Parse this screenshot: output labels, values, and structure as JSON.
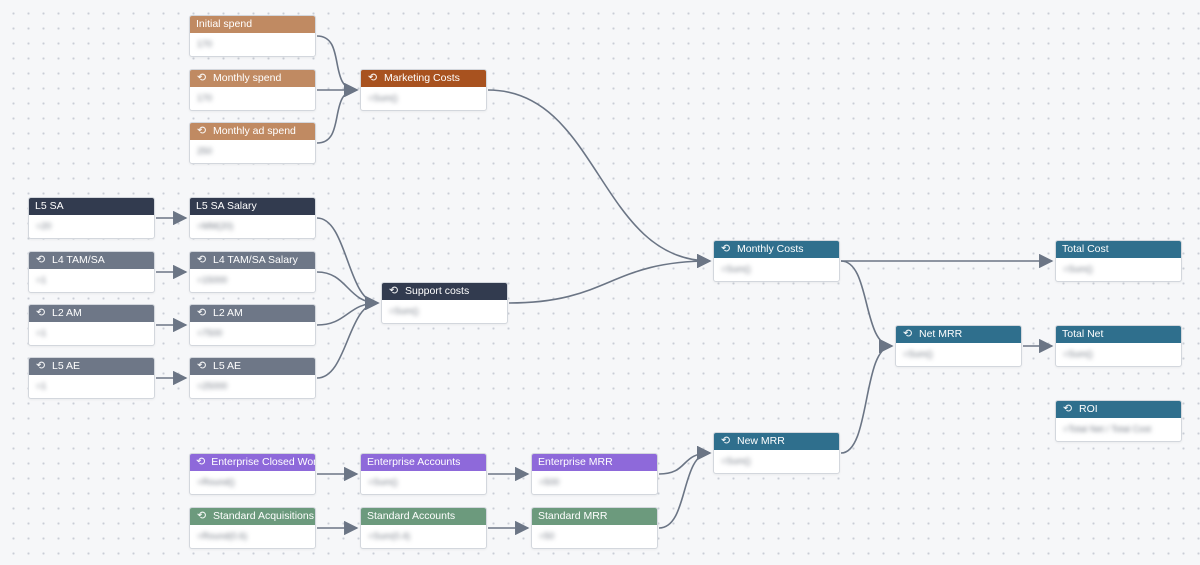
{
  "nodes": [
    {
      "id": "initial_spend",
      "label": "Initial spend",
      "icon": "",
      "color": "#c08a62",
      "value": "170"
    },
    {
      "id": "monthly_spend",
      "label": "Monthly spend",
      "icon": "refresh-icon",
      "color": "#c08a62",
      "value": "170"
    },
    {
      "id": "monthly_ad_spend",
      "label": "Monthly ad spend",
      "icon": "refresh-icon",
      "color": "#c08a62",
      "value": "250"
    },
    {
      "id": "marketing_costs",
      "label": "Marketing Costs",
      "icon": "refresh-icon",
      "color": "#a8521f",
      "value": "=Sum()"
    },
    {
      "id": "l5_sa",
      "label": "L5 SA",
      "icon": "",
      "color": "#323b4f",
      "value": "=20"
    },
    {
      "id": "l5_sa_salary",
      "label": "L5 SA Salary",
      "icon": "",
      "color": "#323b4f",
      "value": "=MM(20)"
    },
    {
      "id": "l4_tam_sa",
      "label": "L4 TAM/SA",
      "icon": "refresh-icon",
      "color": "#6e7787",
      "value": "=1"
    },
    {
      "id": "l4_tam_sa_salary",
      "label": "L4 TAM/SA Salary",
      "icon": "refresh-icon",
      "color": "#6e7787",
      "value": "=15000"
    },
    {
      "id": "l2_am",
      "label": "L2 AM",
      "icon": "refresh-icon",
      "color": "#6e7787",
      "value": "=1"
    },
    {
      "id": "l2_am_salary",
      "label": "L2 AM",
      "icon": "refresh-icon",
      "color": "#6e7787",
      "value": "=7500"
    },
    {
      "id": "l5_ae",
      "label": "L5 AE",
      "icon": "refresh-icon",
      "color": "#6e7787",
      "value": "=1"
    },
    {
      "id": "l5_ae_salary",
      "label": "L5 AE",
      "icon": "refresh-icon",
      "color": "#6e7787",
      "value": "=25000"
    },
    {
      "id": "support_costs",
      "label": "Support costs",
      "icon": "refresh-icon",
      "color": "#323b4f",
      "value": "=Sum()"
    },
    {
      "id": "monthly_costs",
      "label": "Monthly Costs",
      "icon": "refresh-icon",
      "color": "#2f6f8d",
      "value": "=Sum()"
    },
    {
      "id": "new_mrr",
      "label": "New MRR",
      "icon": "refresh-icon",
      "color": "#2f6f8d",
      "value": "=Sum()"
    },
    {
      "id": "net_mrr",
      "label": "Net MRR",
      "icon": "refresh-icon",
      "color": "#2f6f8d",
      "value": "=Sum()"
    },
    {
      "id": "total_cost",
      "label": "Total Cost",
      "icon": "",
      "color": "#2f6f8d",
      "value": "=Sum()"
    },
    {
      "id": "total_net",
      "label": "Total Net",
      "icon": "",
      "color": "#2f6f8d",
      "value": "=Sum()"
    },
    {
      "id": "roi",
      "label": "ROI",
      "icon": "refresh-icon",
      "color": "#2f6f8d",
      "value": "=Total Net / Total Cost"
    },
    {
      "id": "enterprise_closed_won",
      "label": "Enterprise Closed Won",
      "icon": "refresh-icon",
      "color": "#8e69da",
      "value": "=Round()"
    },
    {
      "id": "enterprise_accounts",
      "label": "Enterprise Accounts",
      "icon": "",
      "color": "#8e69da",
      "value": "=Sum()"
    },
    {
      "id": "enterprise_mrr",
      "label": "Enterprise MRR",
      "icon": "",
      "color": "#8e69da",
      "value": "=500"
    },
    {
      "id": "standard_acquisitions",
      "label": "Standard Acquisitions",
      "icon": "refresh-icon",
      "color": "#6c9a7d",
      "value": "=Round(0.6)"
    },
    {
      "id": "standard_accounts",
      "label": "Standard Accounts",
      "icon": "",
      "color": "#6c9a7d",
      "value": "=Sum(0.4)"
    },
    {
      "id": "standard_mrr",
      "label": "Standard MRR",
      "icon": "",
      "color": "#6c9a7d",
      "value": "=50"
    }
  ],
  "edges": [
    [
      "initial_spend",
      "marketing_costs"
    ],
    [
      "monthly_spend",
      "marketing_costs"
    ],
    [
      "monthly_ad_spend",
      "marketing_costs"
    ],
    [
      "l5_sa",
      "l5_sa_salary"
    ],
    [
      "l4_tam_sa",
      "l4_tam_sa_salary"
    ],
    [
      "l2_am",
      "l2_am_salary"
    ],
    [
      "l5_ae",
      "l5_ae_salary"
    ],
    [
      "l5_sa_salary",
      "support_costs"
    ],
    [
      "l4_tam_sa_salary",
      "support_costs"
    ],
    [
      "l2_am_salary",
      "support_costs"
    ],
    [
      "l5_ae_salary",
      "support_costs"
    ],
    [
      "marketing_costs",
      "monthly_costs"
    ],
    [
      "support_costs",
      "monthly_costs"
    ],
    [
      "monthly_costs",
      "total_cost"
    ],
    [
      "monthly_costs",
      "net_mrr"
    ],
    [
      "new_mrr",
      "net_mrr"
    ],
    [
      "net_mrr",
      "total_net"
    ],
    [
      "enterprise_closed_won",
      "enterprise_accounts"
    ],
    [
      "enterprise_accounts",
      "enterprise_mrr"
    ],
    [
      "standard_acquisitions",
      "standard_accounts"
    ],
    [
      "standard_accounts",
      "standard_mrr"
    ],
    [
      "enterprise_mrr",
      "new_mrr"
    ],
    [
      "standard_mrr",
      "new_mrr"
    ]
  ],
  "edge_color": "#6b7585"
}
